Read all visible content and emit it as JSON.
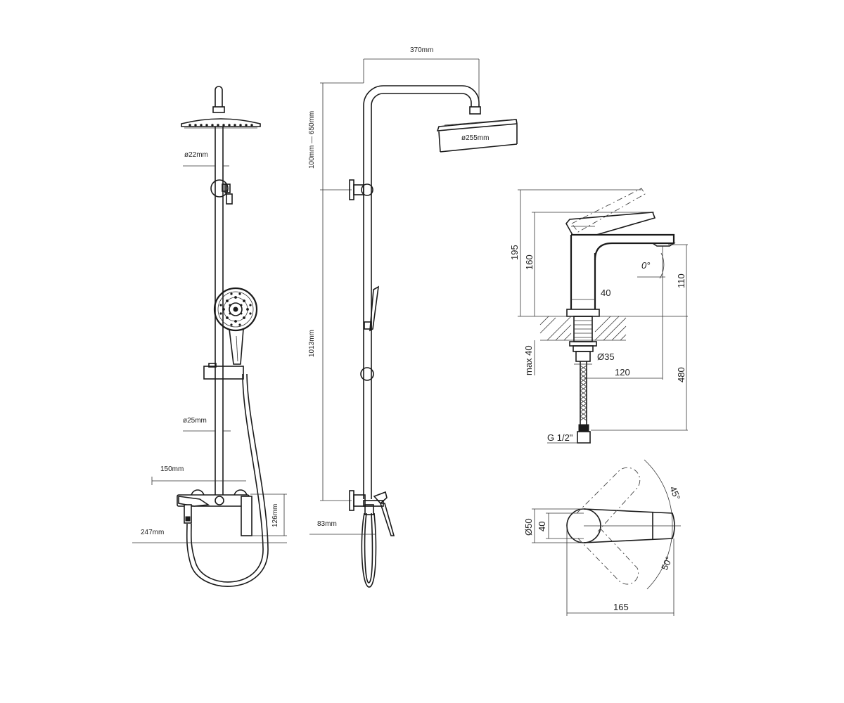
{
  "shower_front": {
    "pipe_diameter_top": "ø22mm",
    "pipe_diameter_bottom": "ø25mm",
    "mixer_width": "150mm",
    "mixer_depth": "247mm",
    "mixer_height": "126mm"
  },
  "shower_side": {
    "arm_length": "370mm",
    "head_diameter": "ø255mm",
    "upper_height": "100mm — 650mm",
    "rail_height": "1013mm",
    "wall_offset": "83mm"
  },
  "faucet_side": {
    "total_height": "195",
    "spout_top_height": "160",
    "spout_outlet_height": "110",
    "body_diameter": "40",
    "lever_angle": "0°",
    "max_counter": "max 40",
    "hole_diameter": "Ø35",
    "reach": "120",
    "hose_length": "480",
    "connection": "G 1/2\""
  },
  "faucet_top": {
    "base_diameter": "Ø50",
    "body_width": "40",
    "angle_left": "45°",
    "angle_right": "50°",
    "length": "165"
  }
}
